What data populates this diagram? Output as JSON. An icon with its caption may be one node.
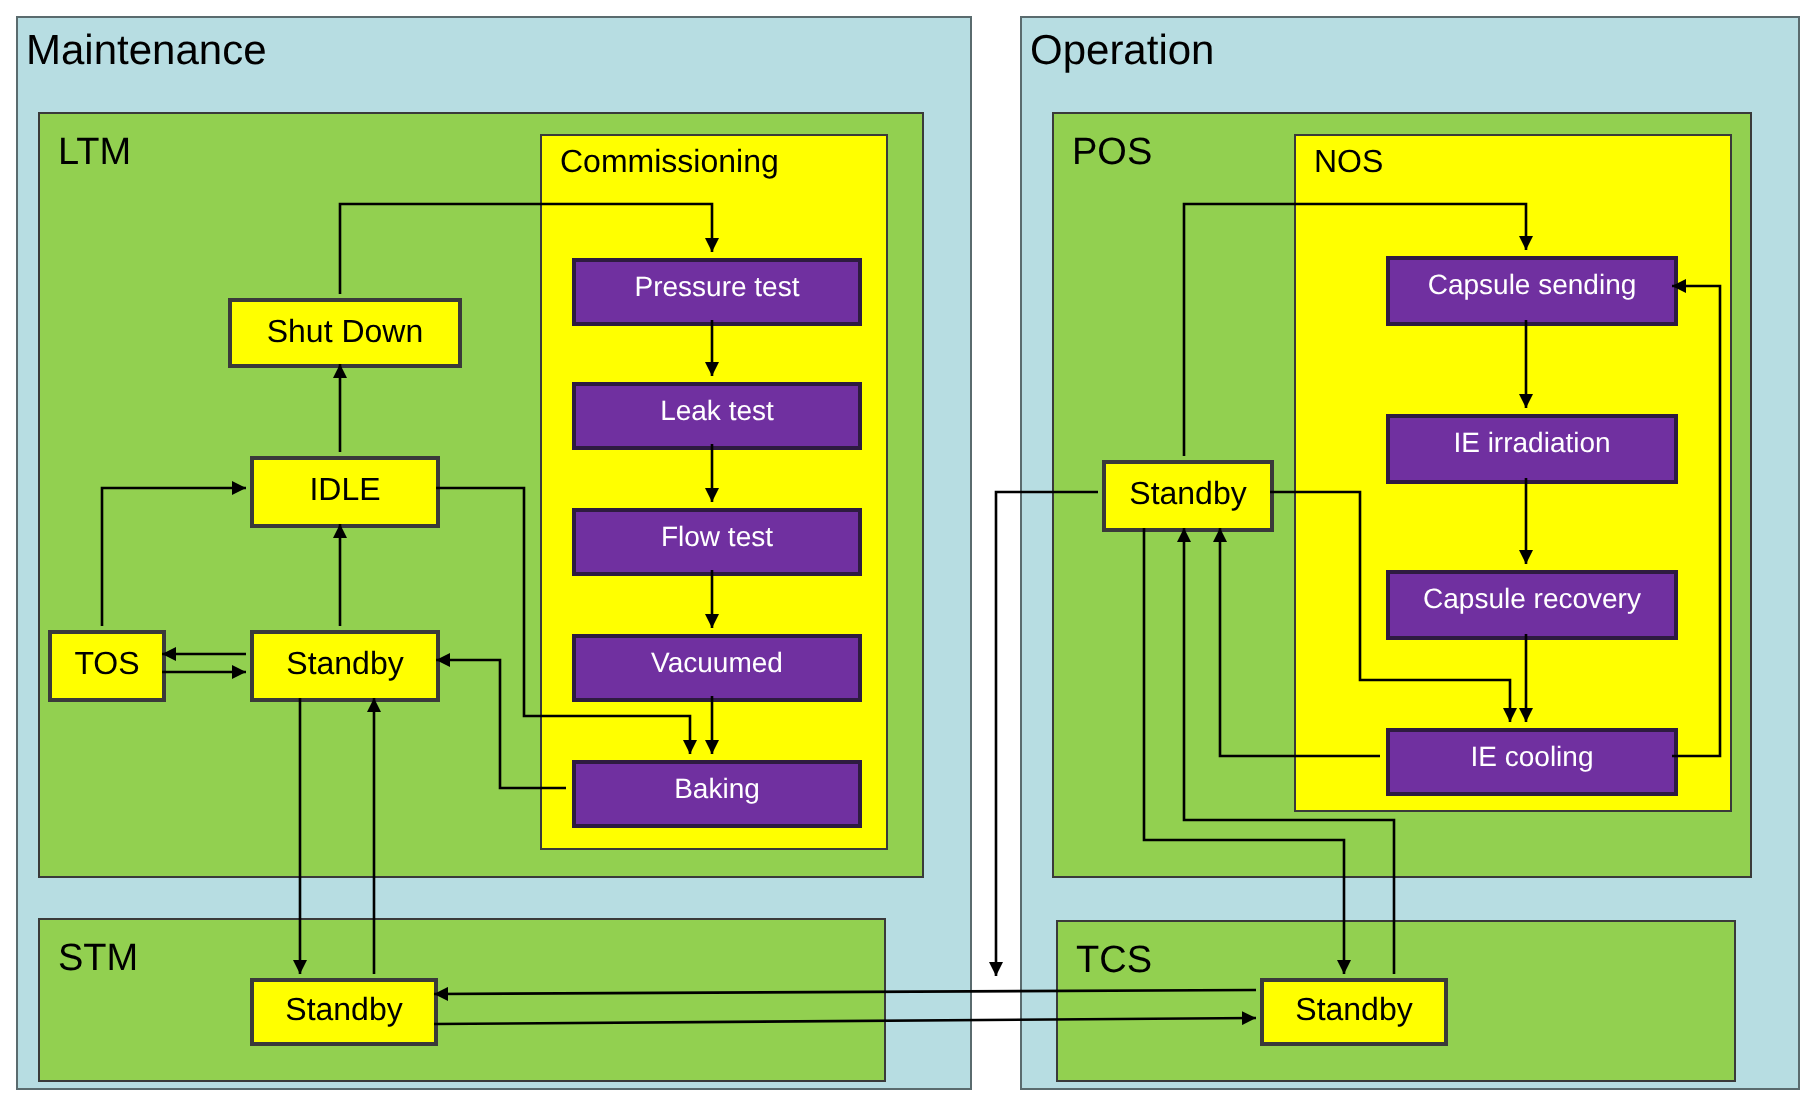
{
  "diagram": {
    "nodes": [
      {
        "text": [
          "Maintenance"
        ]
      },
      {
        "text": [
          "LTM"
        ],
        "in": 0
      },
      {
        "text": [
          "Commissioning"
        ],
        "in": 1
      },
      {
        "text": [
          "Pressure test"
        ],
        "in": 2
      },
      {
        "text": [
          "Leak test"
        ],
        "in": 2
      },
      {
        "text": [
          "Flow test"
        ],
        "in": 2
      },
      {
        "text": [
          "Vacuumed"
        ],
        "in": 2
      },
      {
        "text": [
          "Baking"
        ],
        "in": 2
      },
      {
        "text": [
          "Shut Down"
        ],
        "in": 1
      },
      {
        "text": [
          "IDLE"
        ],
        "in": 1
      },
      {
        "text": [
          "TOS"
        ],
        "in": 1
      },
      {
        "text": [
          "Standby"
        ],
        "in": 1
      },
      {
        "text": [
          "STM"
        ],
        "in": 0
      },
      {
        "text": [
          "Standby"
        ],
        "in": 12
      },
      {
        "text": [
          "Operation"
        ]
      },
      {
        "text": [
          "POS"
        ],
        "in": 14
      },
      {
        "text": [
          "NOS"
        ],
        "in": 15
      },
      {
        "text": [
          "Capsule sending"
        ],
        "in": 16
      },
      {
        "text": [
          "IE irradiation"
        ],
        "in": 16
      },
      {
        "text": [
          "Capsule recovery"
        ],
        "in": 16
      },
      {
        "text": [
          "IE cooling"
        ],
        "in": 16
      },
      {
        "text": [
          "Standby"
        ],
        "in": 15
      },
      {
        "text": [
          "TCS"
        ],
        "in": 14
      },
      {
        "text": [
          "Standby"
        ],
        "in": 22
      }
    ],
    "edges": [
      {
        "from": 8,
        "to": 3,
        "arrow": "to"
      },
      {
        "from": 9,
        "to": 8,
        "arrow": "to"
      },
      {
        "from": 11,
        "to": 9,
        "arrow": "to"
      },
      {
        "from": 10,
        "to": 9,
        "arrow": "to"
      },
      {
        "from": 11,
        "to": 10,
        "arrow": "to"
      },
      {
        "from": 10,
        "to": 11,
        "arrow": "to"
      },
      {
        "from": 3,
        "to": 4,
        "arrow": "to"
      },
      {
        "from": 4,
        "to": 5,
        "arrow": "to"
      },
      {
        "from": 5,
        "to": 6,
        "arrow": "to"
      },
      {
        "from": 6,
        "to": 7,
        "arrow": "to"
      },
      {
        "from": 9,
        "to": 7,
        "arrow": "to"
      },
      {
        "from": 7,
        "to": 11,
        "arrow": "to"
      },
      {
        "from": 11,
        "to": 13,
        "arrow": "to"
      },
      {
        "from": 13,
        "to": 11,
        "arrow": "to"
      },
      {
        "from": 23,
        "to": 13,
        "arrow": "to"
      },
      {
        "from": 13,
        "to": 23,
        "arrow": "to"
      },
      {
        "from": 21,
        "to": 17,
        "arrow": "to"
      },
      {
        "from": 17,
        "to": 18,
        "arrow": "to"
      },
      {
        "from": 18,
        "to": 19,
        "arrow": "to"
      },
      {
        "from": 19,
        "to": 20,
        "arrow": "to"
      },
      {
        "from": 20,
        "to": 17,
        "arrow": "to"
      },
      {
        "from": 21,
        "to": 20,
        "arrow": "to"
      },
      {
        "from": 20,
        "to": 21,
        "arrow": "to"
      },
      {
        "from": 21,
        "to": null,
        "arrow": "to"
      },
      {
        "from": 21,
        "to": 23,
        "arrow": "to"
      },
      {
        "from": 23,
        "to": 21,
        "arrow": "to"
      }
    ]
  }
}
